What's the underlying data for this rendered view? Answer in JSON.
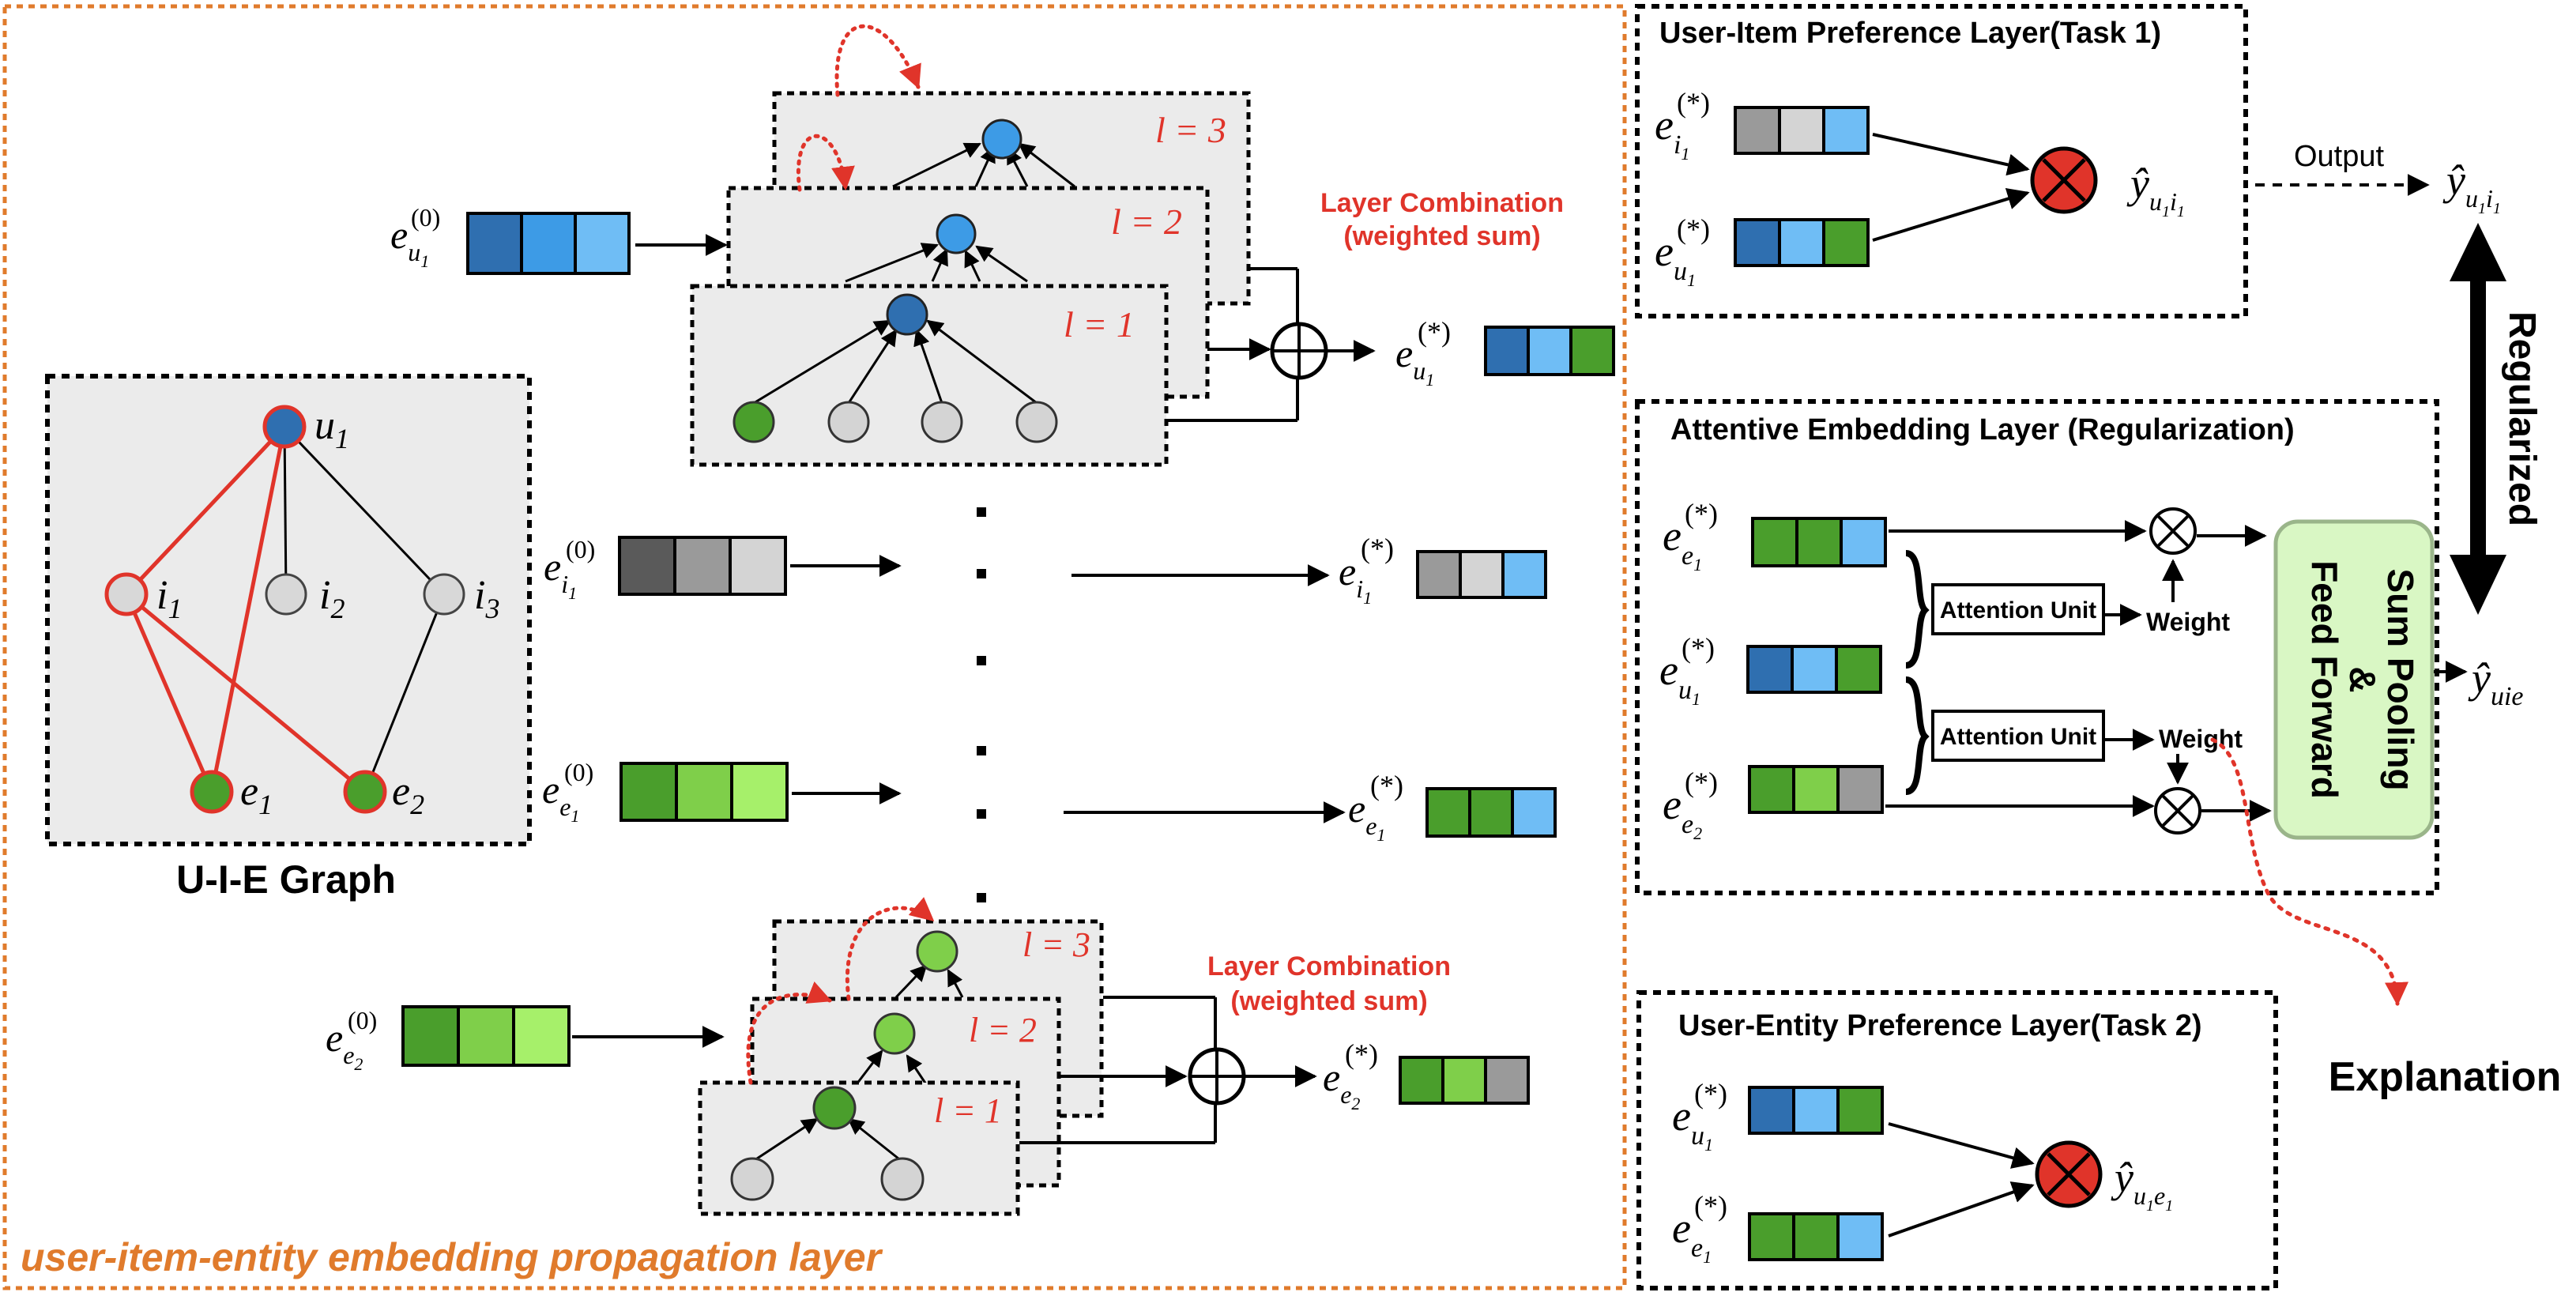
{
  "colors": {
    "orange": "#e07b2c",
    "red": "#e0342a",
    "panel_bg": "#ebebeb",
    "blue_dark": "#2f6fb0",
    "blue_mid": "#3d9be6",
    "blue_light": "#6fbdf5",
    "green_dark": "#4a9e2c",
    "green_mid": "#7fcf4a",
    "green_light": "#a6f06a",
    "gray_dark": "#5a5a5a",
    "gray_mid": "#9a9a9a",
    "gray_light": "#d4d4d4",
    "node_gray": "#d8d8d8",
    "pool_bg": "#d9f7c4",
    "pool_border": "#9ab58a"
  },
  "propagation": {
    "title": "user-item-entity embedding propagation layer",
    "graph_caption": "U-I-E Graph",
    "graph_nodes": {
      "u1": {
        "base": "u",
        "sub": "1"
      },
      "i1": {
        "base": "i",
        "sub": "1"
      },
      "i2": {
        "base": "i",
        "sub": "2"
      },
      "i3": {
        "base": "i",
        "sub": "3"
      },
      "e1": {
        "base": "e",
        "sub": "1"
      },
      "e2": {
        "base": "e",
        "sub": "2"
      }
    },
    "layer_labels": [
      "l = 1",
      "l = 2",
      "l = 3"
    ],
    "combination_label_line1": "Layer Combination",
    "combination_label_line2": "(weighted sum)",
    "embeddings_in": {
      "u1": {
        "base": "e",
        "sub": "u",
        "subsub": "1",
        "sup": "(0)"
      },
      "i1": {
        "base": "e",
        "sub": "i",
        "subsub": "1",
        "sup": "(0)"
      },
      "e1": {
        "base": "e",
        "sub": "e",
        "subsub": "1",
        "sup": "(0)"
      },
      "e2": {
        "base": "e",
        "sub": "e",
        "subsub": "2",
        "sup": "(0)"
      }
    },
    "embeddings_out": {
      "u1": {
        "base": "e",
        "sub": "u",
        "subsub": "1",
        "sup": "(*)"
      },
      "i1": {
        "base": "e",
        "sub": "i",
        "subsub": "1",
        "sup": "(*)"
      },
      "e1": {
        "base": "e",
        "sub": "e",
        "subsub": "1",
        "sup": "(*)"
      },
      "e2": {
        "base": "e",
        "sub": "e",
        "subsub": "2",
        "sup": "(*)"
      }
    }
  },
  "task1": {
    "title": "User-Item Preference Layer(Task 1)",
    "in_a": {
      "base": "e",
      "sub": "i",
      "subsub": "1",
      "sup": "(*)"
    },
    "in_b": {
      "base": "e",
      "sub": "u",
      "subsub": "1",
      "sup": "(*)"
    },
    "result": {
      "base": "ŷ",
      "sub": "u",
      "subsub": "1",
      "sub2": "i",
      "subsub2": "1"
    },
    "output_label": "Output"
  },
  "attentive": {
    "title": "Attentive Embedding Layer (Regularization)",
    "in_e1": {
      "base": "e",
      "sub": "e",
      "subsub": "1",
      "sup": "(*)"
    },
    "in_u1": {
      "base": "e",
      "sub": "u",
      "subsub": "1",
      "sup": "(*)"
    },
    "in_e2": {
      "base": "e",
      "sub": "e",
      "subsub": "2",
      "sup": "(*)"
    },
    "attention_unit_label": "Attention Unit",
    "weight_label": "Weight",
    "pooling_line1": "Sum Pooling",
    "pooling_line2": "&",
    "pooling_line3": "Feed Forward",
    "result": {
      "base": "ŷ",
      "sub": "uie"
    }
  },
  "task2": {
    "title": "User-Entity Preference Layer(Task 2)",
    "in_a": {
      "base": "e",
      "sub": "u",
      "subsub": "1",
      "sup": "(*)"
    },
    "in_b": {
      "base": "e",
      "sub": "e",
      "subsub": "1",
      "sup": "(*)"
    },
    "result": {
      "base": "ŷ",
      "sub": "u",
      "subsub": "1",
      "sub2": "e",
      "subsub2": "1"
    }
  },
  "right": {
    "regularized_label": "Regularized",
    "explanation_label": "Explanation"
  }
}
